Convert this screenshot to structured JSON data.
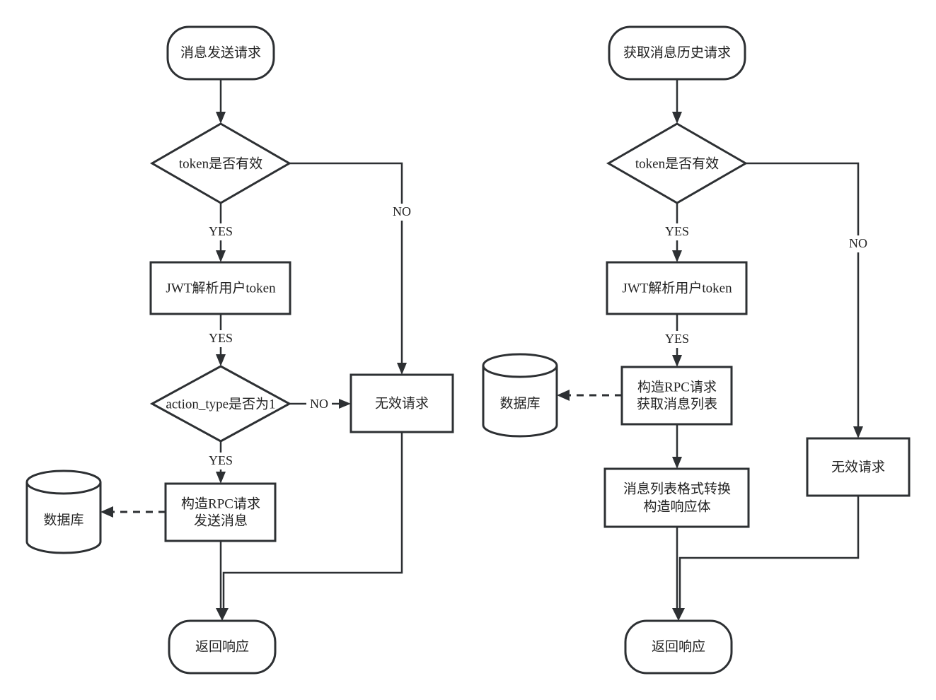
{
  "left_flow": {
    "start": "消息发送请求",
    "check_token": "token是否有效",
    "jwt_parse": "JWT解析用户token",
    "check_action": "action_type是否为1",
    "invalid": "无效请求",
    "rpc_line1": "构造RPC请求",
    "rpc_line2": "发送消息",
    "database": "数据库",
    "end": "返回响应",
    "labels": {
      "yes_token": "YES",
      "yes_jwt": "YES",
      "yes_action": "YES",
      "no_token": "NO",
      "no_action": "NO"
    }
  },
  "right_flow": {
    "start": "获取消息历史请求",
    "check_token": "token是否有效",
    "jwt_parse": "JWT解析用户token",
    "rpc_line1": "构造RPC请求",
    "rpc_line2": "获取消息列表",
    "database": "数据库",
    "convert_line1": "消息列表格式转换",
    "convert_line2": "构造响应体",
    "invalid": "无效请求",
    "end": "返回响应",
    "labels": {
      "yes_token": "YES",
      "yes_jwt": "YES",
      "no_token": "NO"
    }
  }
}
